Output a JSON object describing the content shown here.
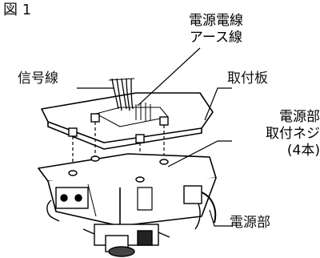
{
  "figure": {
    "label": "図 1"
  },
  "labels": {
    "power_wire_line1": "電源電線",
    "power_wire_line2": "アース線",
    "signal_wire": "信号線",
    "mounting_plate": "取付板",
    "screw_line1": "電源部",
    "screw_line2": "取付ネジ",
    "screw_line3": "(4本)",
    "power_unit": "電源部"
  }
}
